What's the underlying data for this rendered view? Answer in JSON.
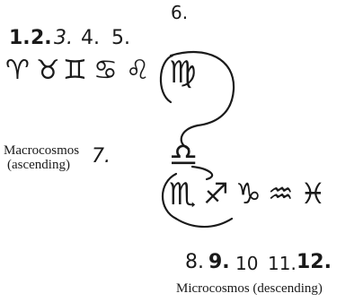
{
  "top_numbers": {
    "n1": "1.",
    "n2": "2.",
    "n3": "3.",
    "n4": "4.",
    "n5": "5.",
    "n6": "6."
  },
  "seven": "7.",
  "bottom_numbers": {
    "n8": "8.",
    "n9": "9.",
    "n10": "10",
    "n11": "11.",
    "n12": "12."
  },
  "signs": {
    "aries": "♈",
    "taurus": "♉",
    "gemini": "♊",
    "cancer": "♋",
    "leo": "♌",
    "virgo": "♍",
    "libra": "♎",
    "scorpio": "♏",
    "sagittarius": "♐",
    "capricorn": "♑",
    "aquarius": "♒",
    "pisces": "♓"
  },
  "labels": {
    "macrocosmos_line1": "Macrocosmos",
    "macrocosmos_line2": "(ascending)",
    "microcosmos": "Microcosmos (descending)"
  }
}
